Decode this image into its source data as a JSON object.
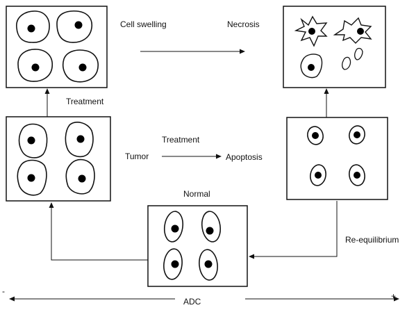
{
  "labels": {
    "cell_swelling": "Cell swelling",
    "necrosis": "Necrosis",
    "treatment_top": "Treatment",
    "treatment_mid": "Treatment",
    "tumor": "Tumor",
    "apoptosis": "Apoptosis",
    "normal": "Normal",
    "re_equilibrium": "Re-equilibrium",
    "adc": "ADC",
    "minus": "-",
    "plus": "+"
  },
  "colors": {
    "stroke": "#111111",
    "nucleus": "#000000",
    "background": "#ffffff"
  },
  "panels": [
    "swelling",
    "necrosis",
    "tumor",
    "apoptosis",
    "normal"
  ]
}
